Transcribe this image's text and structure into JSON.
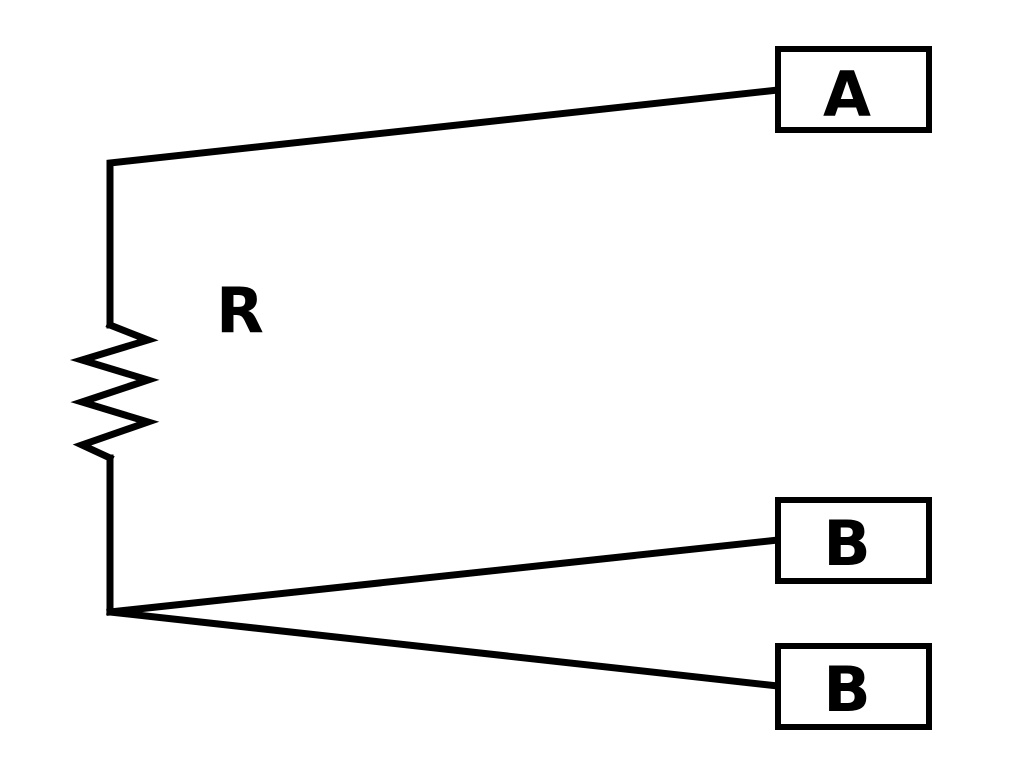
{
  "diagram": {
    "resistor_label": "R",
    "terminals": [
      {
        "label": "A"
      },
      {
        "label": "B"
      },
      {
        "label": "B"
      }
    ]
  },
  "colors": {
    "stroke": "#000000",
    "background": "#ffffff"
  }
}
